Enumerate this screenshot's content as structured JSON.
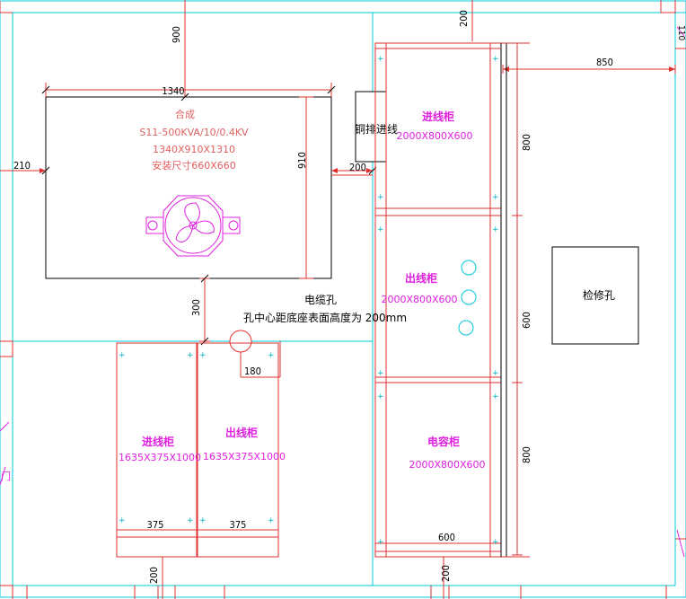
{
  "transformer": {
    "name": "合成",
    "model": "S11-500KVA/10/0.4KV",
    "size": "1340X910X1310",
    "install": "安装尺寸660X660"
  },
  "copper_bar": {
    "label": "铜排进线"
  },
  "cable_hole": {
    "title": "电缆孔",
    "note": "孔中心距底座表面高度为 200mm"
  },
  "inspection_hole": {
    "label": "检修孔"
  },
  "door": {
    "label": "门"
  },
  "right_cabinets": [
    {
      "name": "进线柜",
      "size": "2000X800X600"
    },
    {
      "name": "出线柜",
      "size": "2000X800X600"
    },
    {
      "name": "电容柜",
      "size": "2000X800X600"
    }
  ],
  "left_cabinets": [
    {
      "name": "进线柜",
      "size": "1635X375X1000"
    },
    {
      "name": "出线柜",
      "size": "1635X375X1000"
    }
  ],
  "dimensions": {
    "top_gap": "900",
    "trf_width": "1340",
    "trf_height": "910",
    "left_gap": "210",
    "right_gap": "200",
    "below_trf": "300",
    "hole_offset": "180",
    "left_cab_w1": "375",
    "left_cab_w2": "375",
    "bottom_left": "200",
    "top_right": "200",
    "right_width": "850",
    "cab_h1": "800",
    "cab_h2": "600",
    "cab_h3": "800",
    "cab_depth": "600",
    "bottom_right": "200",
    "corner": "110"
  }
}
